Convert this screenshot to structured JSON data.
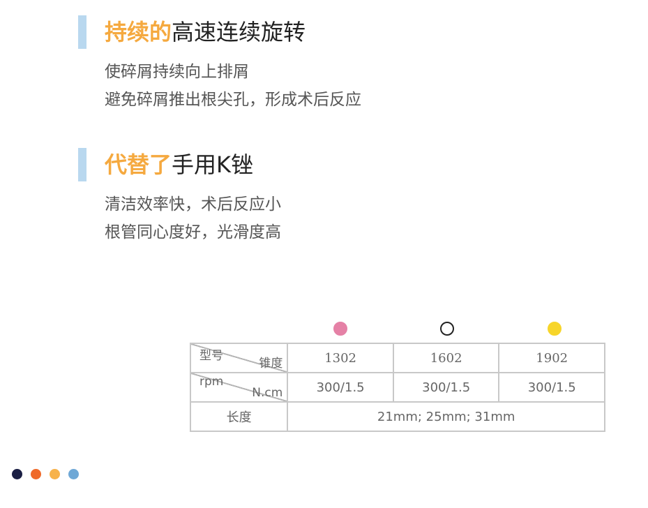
{
  "section1": {
    "title_highlight": "持续的",
    "title_rest": "高速连续旋转",
    "lines": [
      "使碎屑持续向上排屑",
      "避免碎屑推出根尖孔，形成术后反应"
    ]
  },
  "section2": {
    "title_highlight": "代替了",
    "title_rest": "手用K锉",
    "lines": [
      "清洁效率快，术后反应小",
      "根管同心度好，光滑度高"
    ]
  },
  "markers": [
    {
      "fill": "#e581a6",
      "stroke": "#e581a6"
    },
    {
      "fill": "#ffffff",
      "stroke": "#222222"
    },
    {
      "fill": "#f7d52a",
      "stroke": "#f7d52a"
    }
  ],
  "table": {
    "row1": {
      "header_top": "型号",
      "header_bottom": "锥度",
      "values": [
        "1302",
        "1602",
        "1902"
      ]
    },
    "row2": {
      "header_top": "rpm",
      "header_bottom": "N.cm",
      "values": [
        "300/1.5",
        "300/1.5",
        "300/1.5"
      ]
    },
    "row3": {
      "header": "长度",
      "value": "21mm; 25mm; 31mm"
    }
  },
  "colors": {
    "accent_orange": "#f5a93f",
    "bar_blue": "#b9d8ef",
    "dots": [
      "#1b1f44",
      "#ef6a2a",
      "#f7b24a",
      "#6fa8d6"
    ]
  }
}
